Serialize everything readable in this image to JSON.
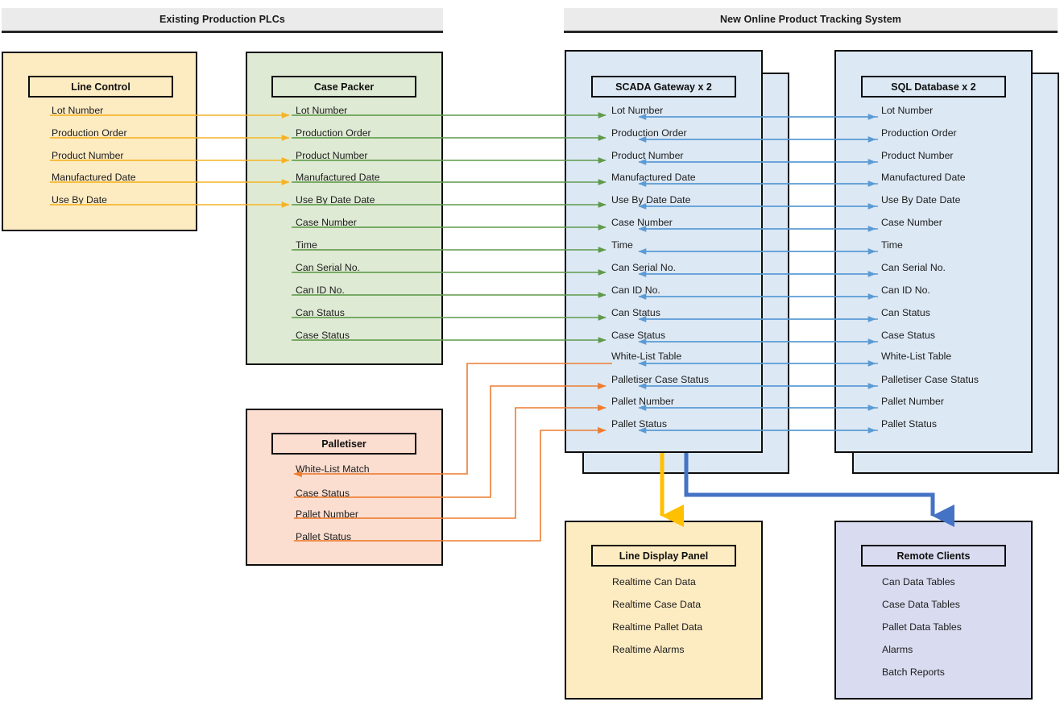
{
  "groups": [
    {
      "id": "existing",
      "label": "Existing Production PLCs"
    },
    {
      "id": "new",
      "label": "New Online Product Tracking System"
    }
  ],
  "colors": {
    "line_control_fill": "#fdebc2",
    "case_packer_fill": "#dfead4",
    "scada_fill": "#dce8f4",
    "sql_fill": "#dce8f4",
    "palletiser_fill": "#fbded0",
    "line_display_fill": "#fdebc2",
    "remote_clients_fill": "#d9dcf0",
    "arrow_orange_plc": "#f5b425",
    "arrow_green": "#5f9a4b",
    "arrow_blue": "#5b9bd5",
    "arrow_orange_pallet": "#ed7d31",
    "arrow_thick_yellow": "#ffc000",
    "arrow_thick_blue": "#4472c4",
    "header_bar": "#ebebeb",
    "outline": "#0d0d0d"
  },
  "blocks": {
    "line_control": {
      "title": "Line Control",
      "items": [
        "Lot Number",
        "Production Order",
        "Product Number",
        "Manufactured Date",
        "Use By Date"
      ]
    },
    "case_packer": {
      "title": "Case Packer",
      "items": [
        "Lot Number",
        "Production Order",
        "Product Number",
        "Manufactured Date",
        "Use By Date Date",
        "Case Number",
        "Time",
        "Can Serial No.",
        "Can ID No.",
        "Can Status",
        "Case Status"
      ]
    },
    "scada_gateway": {
      "title": "SCADA Gateway x 2",
      "items": [
        "Lot Number",
        "Production Order",
        "Product Number",
        "Manufactured Date",
        "Use By Date Date",
        "Case Number",
        "Time",
        "Can Serial No.",
        "Can ID No.",
        "Can Status",
        "Case Status",
        "White-List Table",
        "Palletiser Case Status",
        "Pallet Number",
        "Pallet Status"
      ]
    },
    "sql_database": {
      "title": "SQL Database x 2",
      "items": [
        "Lot Number",
        "Production Order",
        "Product Number",
        "Manufactured Date",
        "Use By Date Date",
        "Case Number",
        "Time",
        "Can Serial No.",
        "Can ID No.",
        "Can Status",
        "Case Status",
        "White-List Table",
        "Palletiser Case Status",
        "Pallet Number",
        "Pallet Status"
      ]
    },
    "palletiser": {
      "title": "Palletiser",
      "items": [
        "White-List Match",
        "Case Status",
        "Pallet Number",
        "Pallet Status"
      ]
    },
    "line_display_panel": {
      "title": "Line Display Panel",
      "items": [
        "Realtime Can Data",
        "Realtime Case Data",
        "Realtime Pallet Data",
        "Realtime Alarms"
      ]
    },
    "remote_clients": {
      "title": "Remote Clients",
      "items": [
        "Can Data Tables",
        "Case Data Tables",
        "Pallet Data Tables",
        "Alarms",
        "Batch Reports"
      ]
    }
  }
}
